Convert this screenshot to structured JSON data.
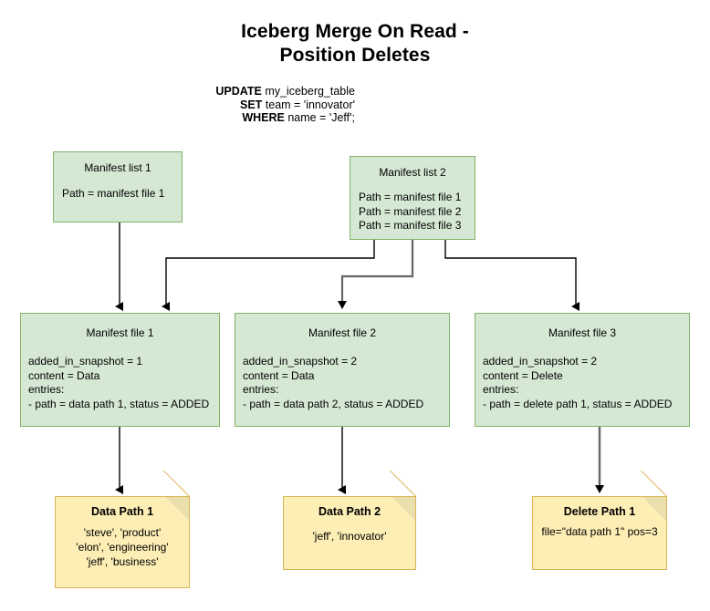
{
  "title": {
    "line1": "Iceberg Merge On Read -",
    "line2": "Position Deletes"
  },
  "sql": {
    "kw1": "UPDATE",
    "rest1": " my_iceberg_table",
    "kw2": "SET",
    "rest2": " team = 'innovator'",
    "kw3": "WHERE",
    "rest3": " name = 'Jeff';"
  },
  "manifest_lists": [
    {
      "header": "Manifest list 1",
      "lines": [
        "Path = manifest file 1"
      ]
    },
    {
      "header": "Manifest list 2",
      "lines": [
        "Path = manifest file 1",
        "Path = manifest file 2",
        "Path = manifest file 3"
      ]
    }
  ],
  "manifest_files": [
    {
      "header": "Manifest file 1",
      "lines": [
        "added_in_snapshot = 1",
        "content = Data",
        "entries:",
        "- path = data path 1,  status = ADDED"
      ]
    },
    {
      "header": "Manifest file 2",
      "lines": [
        "added_in_snapshot = 2",
        "content = Data",
        "entries:",
        "- path = data path 2,  status = ADDED"
      ]
    },
    {
      "header": "Manifest file 3",
      "lines": [
        "added_in_snapshot = 2",
        "content = Delete",
        "entries:",
        "- path = delete path 1,  status = ADDED"
      ]
    }
  ],
  "notes": [
    {
      "title": "Data Path 1",
      "lines": [
        "'steve', 'product'",
        "'elon', 'engineering'",
        "'jeff', 'business'"
      ]
    },
    {
      "title": "Data Path 2",
      "lines": [
        "'jeff', 'innovator'"
      ]
    },
    {
      "title": "Delete Path 1",
      "lines": [
        "file=\"data path 1\" pos=3"
      ]
    }
  ],
  "colors": {
    "box_fill": "#d5e8d4",
    "box_stroke": "#82b366",
    "note_fill": "#fdeeb5",
    "note_stroke": "#d6b656",
    "note_fold": "#ecdfae",
    "edge_black": "#000000",
    "edge_gray": "#666666",
    "background": "#ffffff"
  }
}
